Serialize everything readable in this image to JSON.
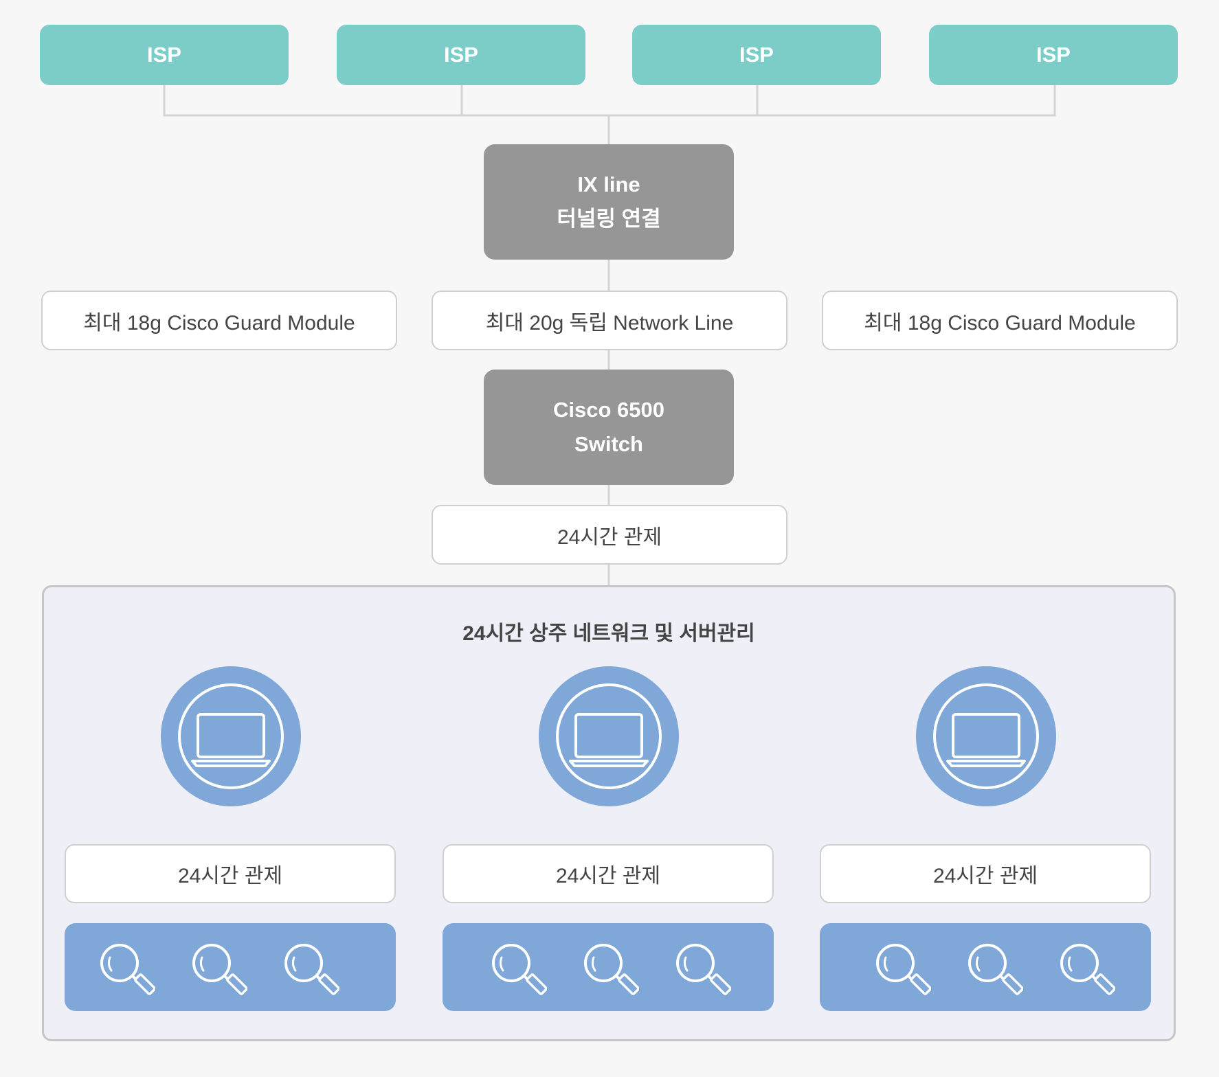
{
  "colors": {
    "background": "#f7f7f7",
    "isp": "#7ccdc7",
    "gray_box": "#969696",
    "panel": "#eeeff7",
    "blue": "#7fa7d8",
    "connector": "#d4d4d4"
  },
  "isp_nodes": [
    "ISP",
    "ISP",
    "ISP",
    "ISP"
  ],
  "ix_line": {
    "line1": "IX line",
    "line2": "터널링 연결"
  },
  "modules": {
    "left": "최대 18g Cisco Guard Module",
    "center": "최대 20g 독립 Network Line",
    "right": "최대 18g Cisco Guard Module"
  },
  "switch": {
    "line1": "Cisco 6500",
    "line2": "Switch"
  },
  "monitoring_label": "24시간 관제",
  "panel": {
    "title": "24시간 상주 네트워크 및 서버관리",
    "groups": [
      {
        "label": "24시간 관제",
        "icon": "laptop-icon",
        "tray_icons": [
          "magnifier-icon",
          "magnifier-icon",
          "magnifier-icon"
        ]
      },
      {
        "label": "24시간 관제",
        "icon": "laptop-icon",
        "tray_icons": [
          "magnifier-icon",
          "magnifier-icon",
          "magnifier-icon"
        ]
      },
      {
        "label": "24시간 관제",
        "icon": "laptop-icon",
        "tray_icons": [
          "magnifier-icon",
          "magnifier-icon",
          "magnifier-icon"
        ]
      }
    ]
  }
}
